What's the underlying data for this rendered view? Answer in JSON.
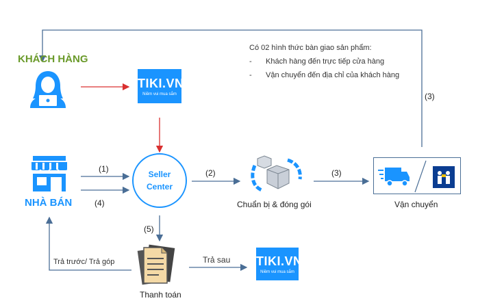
{
  "customer": {
    "title": "KHÁCH HÀNG"
  },
  "seller": {
    "title": "NHÀ BÁN"
  },
  "tiki": {
    "brand": "TIKI.VN",
    "slogan": "Niềm vui mua sắm"
  },
  "seller_center": {
    "line1": "Seller",
    "line2": "Center"
  },
  "packing": {
    "label": "Chuẩn bị & đóng gói"
  },
  "shipping": {
    "label": "Vận chuyển"
  },
  "payment": {
    "label": "Thanh toán"
  },
  "note": {
    "title": "Có 02 hình thức bàn giao sản phẩm:",
    "bullet": "-",
    "items": [
      "Khách hàng đến trực tiếp cửa hàng",
      "Vận chuyển đến địa chỉ của khách hàng"
    ]
  },
  "steps": {
    "s1": "(1)",
    "s2": "(2)",
    "s3a": "(3)",
    "s3b": "(3)",
    "s4": "(4)",
    "s5": "(5)"
  },
  "edges": {
    "prepay": "Trả trước/ Trả góp",
    "postpay": "Trả sau"
  },
  "colors": {
    "blue": "#1a94ff",
    "green": "#6a9a2a",
    "red": "#d93030",
    "line": "#4a6e96"
  }
}
